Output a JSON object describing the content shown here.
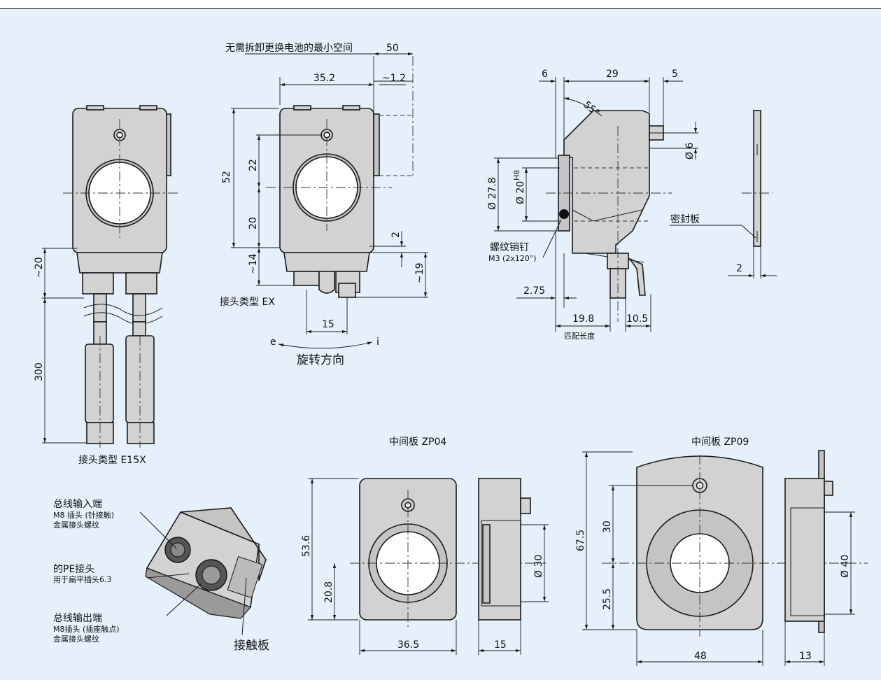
{
  "labels": {
    "battery_space": "无需拆卸更换电池的最小空间",
    "connector_ex": "接头类型 EX",
    "connector_e15x": "接头类型 E15X",
    "rotation": "旋转方向",
    "rot_e": "e",
    "rot_i": "i",
    "threaded_pin": "螺纹销钉",
    "threaded_pin_spec": "M3 (2x120°)",
    "fit_length": "匹配长度",
    "seal_plate": "密封板",
    "zp04": "中间板  ZP04",
    "zp09": "中间板  ZP09",
    "bus_in": "总线输入端",
    "bus_in_1": "M8 插头 (针接触)",
    "bus_in_2": "金属接头螺纹",
    "pe": "的PE接头",
    "pe_1": "用于扁平插头6.3",
    "bus_out": "总线输出端",
    "bus_out_1": "M8插头 (插座触点)",
    "bus_out_2": "金属接头螺纹",
    "contact_plate": "接触板"
  },
  "dims": {
    "d50": "50",
    "d35_2": "35.2",
    "d1_2": "~1.2",
    "d52": "52",
    "d22": "22",
    "d20": "20",
    "d2": "2",
    "d14": "~14",
    "d19": "~19",
    "d15": "15",
    "d20b": "~20",
    "d300": "300",
    "d6": "6",
    "d29": "29",
    "d5": "5",
    "d55": "55°",
    "d27_8": "Ø 27.8",
    "d20h8": "Ø 20",
    "h8": "H8",
    "d6b": "Ø 6",
    "d2_75": "2.75",
    "d19_8": "19.8",
    "d10_5": "10.5",
    "d2b": "2",
    "d53_6": "53.6",
    "d20_8": "20.8",
    "d36_5": "36.5",
    "d30": "Ø 30",
    "d15b": "15",
    "d67_5": "67.5",
    "d30b": "30",
    "d25_5": "25.5",
    "d48": "48",
    "d40": "Ø 40",
    "d13": "13"
  },
  "colors": {
    "background": "#e6f0fa",
    "part": "#d2d2d2",
    "line": "#1a1a1a"
  }
}
